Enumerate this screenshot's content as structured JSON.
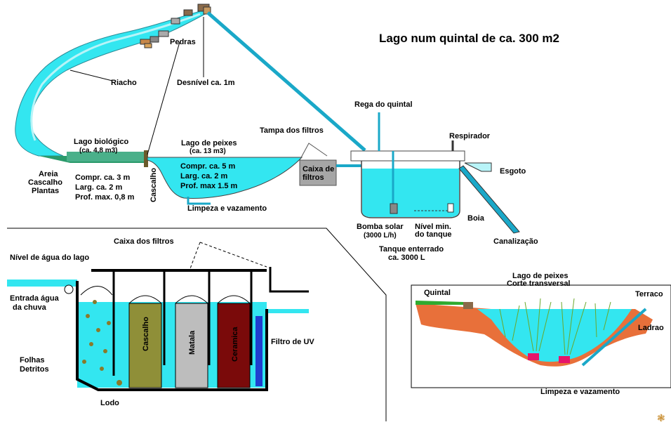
{
  "title": "Lago num quintal de ca. 300 m2",
  "top": {
    "pedras": "Pedras",
    "riacho": "Riacho",
    "desnivel": "Desnível ca. 1m",
    "lago_bio_1": "Lago biológico",
    "lago_bio_2": "(ca. 4,8 m3)",
    "areia": "Areia",
    "cascalho": "Cascalho",
    "plantas": "Plantas",
    "bio_dim1": "Compr. ca. 3 m",
    "bio_dim2": "Larg. ca. 2 m",
    "bio_dim3": "Prof.  max. 0,8 m",
    "cascalho_v": "Cascalho",
    "peixes_1": "Lago de peixes",
    "peixes_2": "(ca. 13  m3)",
    "peixes_dim1": "Compr. ca. 5 m",
    "peixes_dim2": "Larg. ca. 2 m",
    "peixes_dim3": "Prof. max 1.5 m",
    "limpeza": "Limpeza e vazamento",
    "tampa": "Tampa dos filtros",
    "caixa_1": "Caixa de",
    "caixa_2": "filtros",
    "rega": "Rega do quintal",
    "respirador": "Respirador",
    "esgoto": "Esgoto",
    "boia": "Boia",
    "bomba_1": "Bomba solar",
    "bomba_2": "(3000 L/h)",
    "nivel_1": "Nível min.",
    "nivel_2": "do tanque",
    "tanque_1": "Tanque enterrado",
    "tanque_2": "ca. 3000 L",
    "canalizacao": "Canalização"
  },
  "filters": {
    "caixa": "Caixa dos filtros",
    "nivel_lago": "Nível de água do lago",
    "entrada_1": "Entrada água",
    "entrada_2": "da chuva",
    "folhas": "Folhas",
    "detritos": "Detritos",
    "lodo": "Lodo",
    "cascalho": "Cascalho",
    "matala": "Matala",
    "ceramica": "Ceramica",
    "uv": "Filtro de UV"
  },
  "section": {
    "title_1": "Lago de peixes",
    "title_2": "Corte transversal",
    "quintal": "Quintal",
    "terraco": "Terraco",
    "ladrao": "Ladrao",
    "limpeza": "Limpeza e vazamento"
  },
  "colors": {
    "water": "#33e6f0",
    "water_light": "#b8f4f8",
    "soil": "#e8703a",
    "grass": "#2faa2f",
    "filter_gravel": "#8f8f38",
    "filter_matala": "#bdbdbd",
    "filter_ceramic": "#7a0a0a",
    "filter_uv": "#1f3fd0",
    "box_grey": "#a6a6a6",
    "pipe": "#1aa8c8"
  }
}
